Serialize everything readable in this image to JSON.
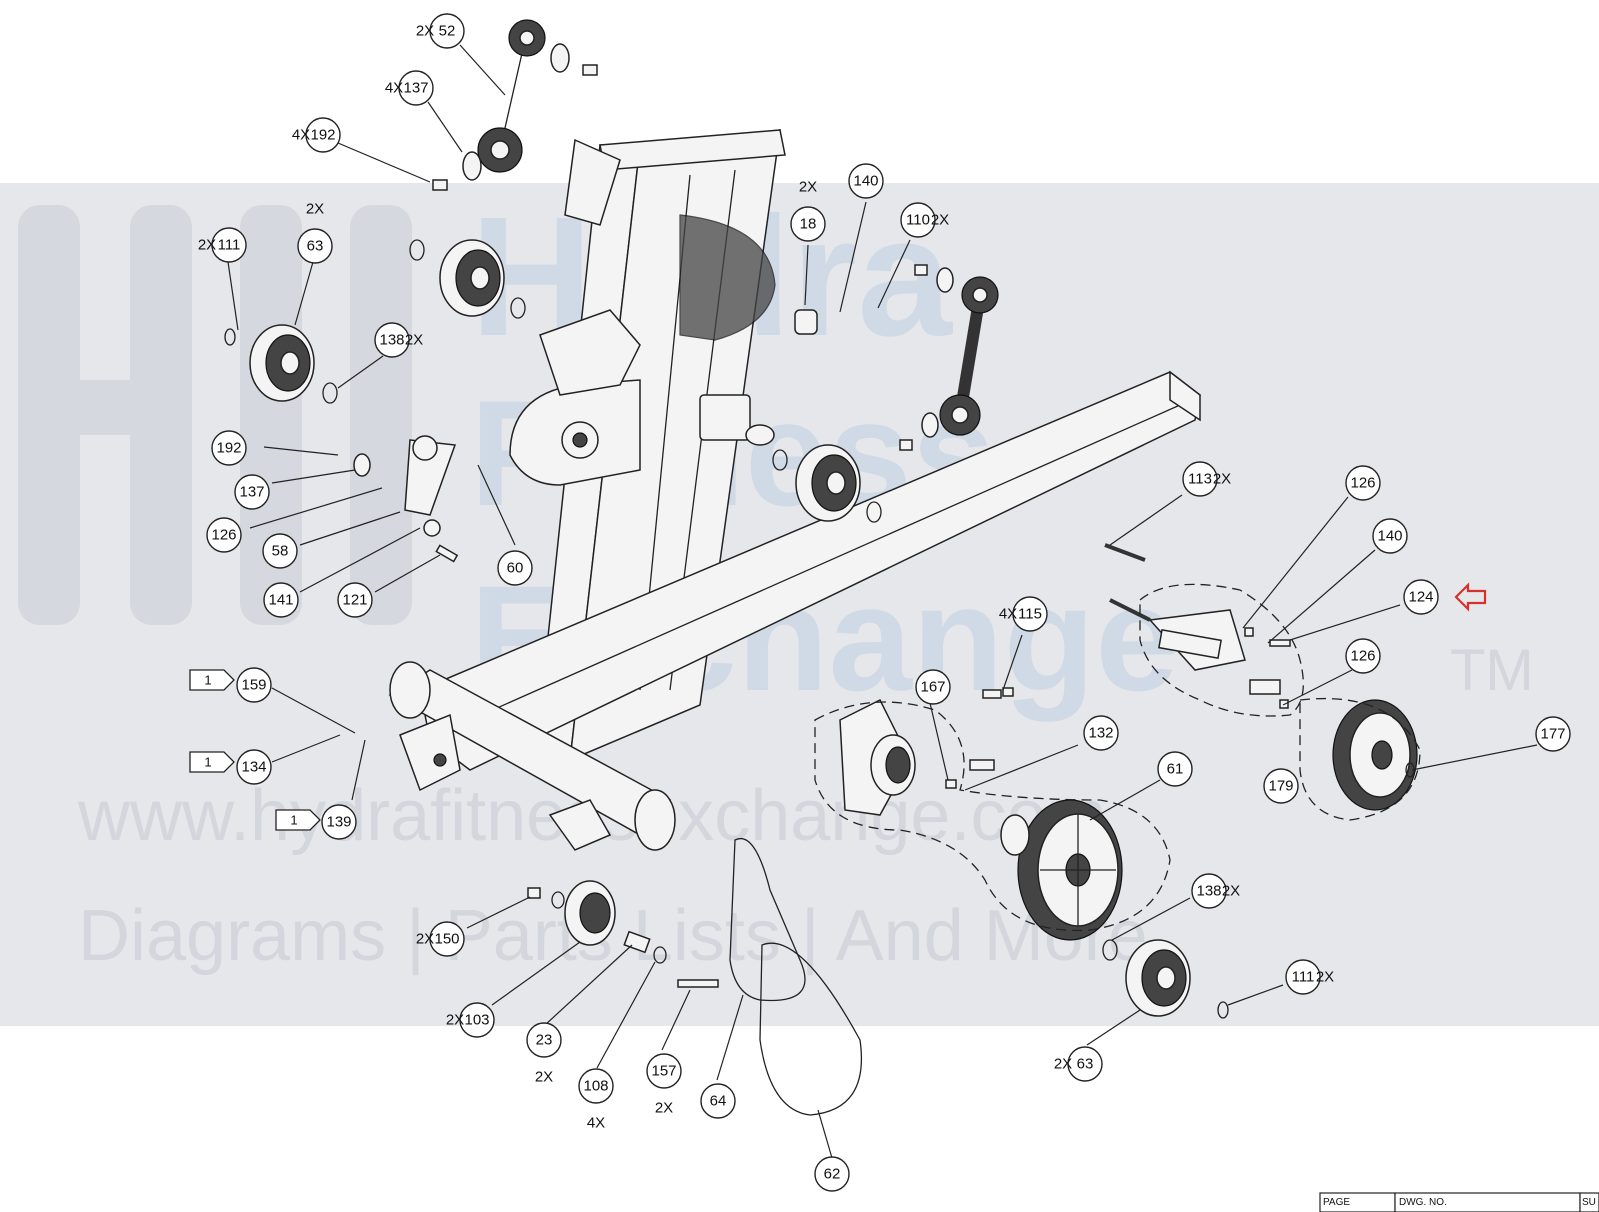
{
  "watermark": {
    "brand_line1": "Hydra",
    "brand_line2": "Fitness",
    "brand_line3": "Exchange",
    "trademark": "TM",
    "url": "www.hydrafitnessexchange.com",
    "tagline": "Diagrams | Parts Lists | And More"
  },
  "callouts": [
    {
      "id": "52",
      "qty": "2X"
    },
    {
      "id": "137",
      "qty": "4X"
    },
    {
      "id": "192",
      "qty": "4X"
    },
    {
      "id": "111",
      "qty": "2X"
    },
    {
      "id": "63",
      "qty": "2X"
    },
    {
      "id": "138",
      "qty": "2X"
    },
    {
      "id": "18",
      "qty": "2X"
    },
    {
      "id": "140",
      "qty": ""
    },
    {
      "id": "110",
      "qty": "2X"
    },
    {
      "id": "192",
      "qty": ""
    },
    {
      "id": "137",
      "qty": ""
    },
    {
      "id": "126",
      "qty": ""
    },
    {
      "id": "58",
      "qty": ""
    },
    {
      "id": "60",
      "qty": ""
    },
    {
      "id": "141",
      "qty": ""
    },
    {
      "id": "121",
      "qty": ""
    },
    {
      "id": "113",
      "qty": "2X"
    },
    {
      "id": "126",
      "qty": ""
    },
    {
      "id": "140",
      "qty": ""
    },
    {
      "id": "124",
      "qty": ""
    },
    {
      "id": "115",
      "qty": "4X"
    },
    {
      "id": "126",
      "qty": ""
    },
    {
      "id": "167",
      "qty": ""
    },
    {
      "id": "177",
      "qty": ""
    },
    {
      "id": "132",
      "qty": ""
    },
    {
      "id": "61",
      "qty": ""
    },
    {
      "id": "179",
      "qty": ""
    },
    {
      "id": "159",
      "qty": ""
    },
    {
      "id": "134",
      "qty": ""
    },
    {
      "id": "139",
      "qty": ""
    },
    {
      "id": "138",
      "qty": "2X"
    },
    {
      "id": "150",
      "qty": "2X"
    },
    {
      "id": "103",
      "qty": "2X"
    },
    {
      "id": "23",
      "qty": "2X"
    },
    {
      "id": "108",
      "qty": "4X"
    },
    {
      "id": "157",
      "qty": "2X"
    },
    {
      "id": "64",
      "qty": ""
    },
    {
      "id": "62",
      "qty": ""
    },
    {
      "id": "111",
      "qty": "2X"
    },
    {
      "id": "63",
      "qty": "2X"
    }
  ],
  "flags": [
    {
      "label": "1"
    },
    {
      "label": "1"
    },
    {
      "label": "1"
    }
  ],
  "title_block": {
    "page_label": "PAGE",
    "dwg_label": "DWG. NO.",
    "sub_label": "SU"
  },
  "colors": {
    "watermark_band": "#e6e7ea",
    "highlight_arrow": "#d9302c",
    "line": "#222222"
  }
}
